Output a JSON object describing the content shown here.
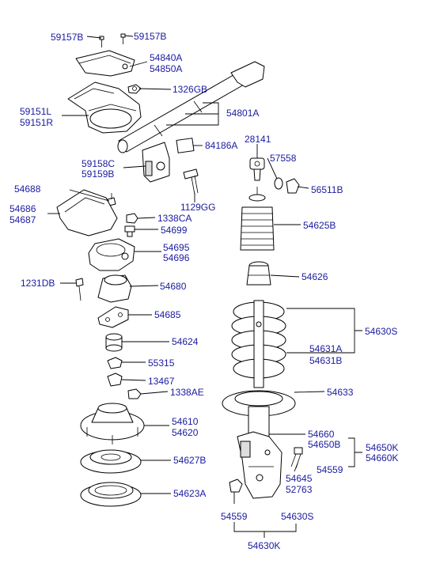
{
  "labels": {
    "l59157b_a": "59157B",
    "l59157b_b": "59157B",
    "l54840a": "54840A",
    "l54850a": "54850A",
    "l1326gb": "1326GB",
    "l59151l": "59151L",
    "l59151r": "59151R",
    "l54801a": "54801A",
    "l84186a": "84186A",
    "l59158c": "59158C",
    "l59159b": "59159B",
    "l28141": "28141",
    "l57558": "57558",
    "l56511b": "56511B",
    "l1129gg": "1129GG",
    "l54688": "54688",
    "l54686": "54686",
    "l54687": "54687",
    "l1338ca": "1338CA",
    "l54699": "54699",
    "l54625b": "54625B",
    "l54695": "54695",
    "l54696": "54696",
    "l54626": "54626",
    "l1231db": "1231DB",
    "l54680": "54680",
    "l54685": "54685",
    "l54630s_a": "54630S",
    "l54624": "54624",
    "l54631a": "54631A",
    "l54631b": "54631B",
    "l55315": "55315",
    "l13467": "13467",
    "l54633": "54633",
    "l1338ae": "1338AE",
    "l54610": "54610",
    "l54620": "54620",
    "l54660": "54660",
    "l54650b": "54650B",
    "l54650k": "54650K",
    "l54660k": "54660K",
    "l54627b": "54627B",
    "l54559_a": "54559",
    "l54645": "54645",
    "l52763": "52763",
    "l54623a": "54623A",
    "l54559_b": "54559",
    "l54630s_b": "54630S",
    "l54630k": "54630K"
  },
  "colors": {
    "label_text": "#1a1aa0",
    "line": "#000000",
    "background": "#ffffff"
  }
}
